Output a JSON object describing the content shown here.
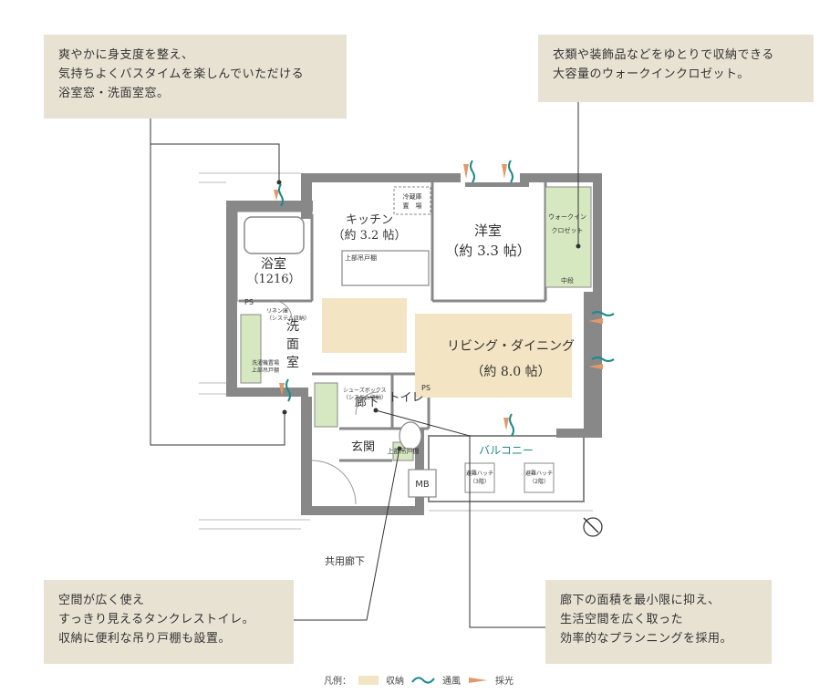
{
  "notes": {
    "top_left": [
      "爽やかに身支度を整え、",
      "気持ちよくバスタイムを楽しんでいただける",
      "浴室窓・洗面室窓。"
    ],
    "top_right": [
      "衣類や装飾品などをゆとりで収納できる",
      "大容量のウォークインクロゼット。"
    ],
    "bottom_left": [
      "空間が広く使え",
      "すっきり見えるタンクレストイレ。",
      "収納に便利な吊り戸棚も設置。"
    ],
    "bottom_right": [
      "廊下の面積を最小限に抑え、",
      "生活空間を広く取った",
      "効率的なプランニングを採用。"
    ]
  },
  "rooms": {
    "kitchen": "キッチン",
    "kitchen_size": "（約 3.2 帖）",
    "western": "洋室",
    "western_size": "（約 3.3 帖）",
    "living": "リビング・ダイニング",
    "living_size": "（約 8.0 帖）",
    "bath": "浴室",
    "bath_size": "（1216）",
    "washroom": "洗面室",
    "corridor": "廊下",
    "toilet": "トイレ",
    "entrance": "玄関",
    "balcony": "バルコニー",
    "mb": "MB",
    "ps1": "PS",
    "ps2": "PS",
    "fridge1": "冷蔵庫",
    "fridge2": "置　場",
    "kitchen_cabinet": "上部吊戸棚",
    "walkin1": "ウォークイン",
    "walkin2": "クロゼット",
    "shelf": "中段",
    "linen1": "リネン庫",
    "linen2": "（システム収納）",
    "wash_cabinet1": "洗濯機置場",
    "wash_cabinet2": "上部吊戸棚",
    "shoes1": "シューズボックス",
    "shoes2": "（システム収納）",
    "toilet_cabinet": "上部吊戸棚",
    "hatch1": "避難ハッチ",
    "hatch1b": "（3階）",
    "hatch2": "避難ハッチ",
    "hatch2b": "（2階）",
    "common_corridor": "共用廊下"
  },
  "legend": {
    "prefix": "凡例：",
    "storage": "収納",
    "ventilation": "通風",
    "light": "採光"
  },
  "colors": {
    "wall": "#888888",
    "storage": "#f3e4c3",
    "green": "#d6e8c0",
    "note_bg": "#e8e2d3",
    "vent": "#1a8a8a",
    "light": "#e09a6a"
  }
}
